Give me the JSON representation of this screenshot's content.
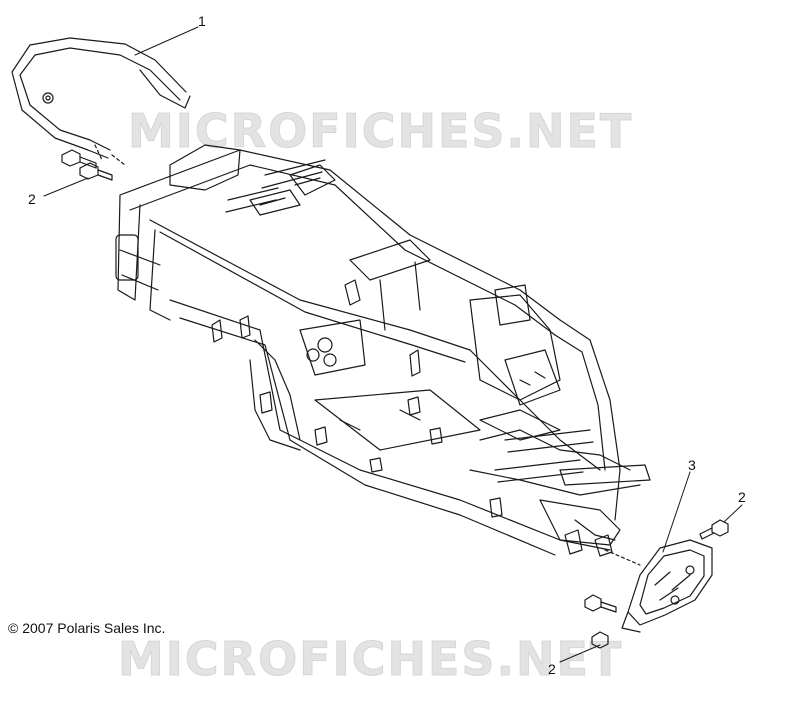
{
  "watermark": {
    "text": "MICROFICHES.NET"
  },
  "callouts": {
    "c1": "1",
    "c2a": "2",
    "c3": "3",
    "c2b": "2",
    "c2c": "2"
  },
  "copyright": "© 2007 Polaris Sales Inc.",
  "colors": {
    "line": "#1a1a1a",
    "watermark": "#e3e3e3"
  }
}
